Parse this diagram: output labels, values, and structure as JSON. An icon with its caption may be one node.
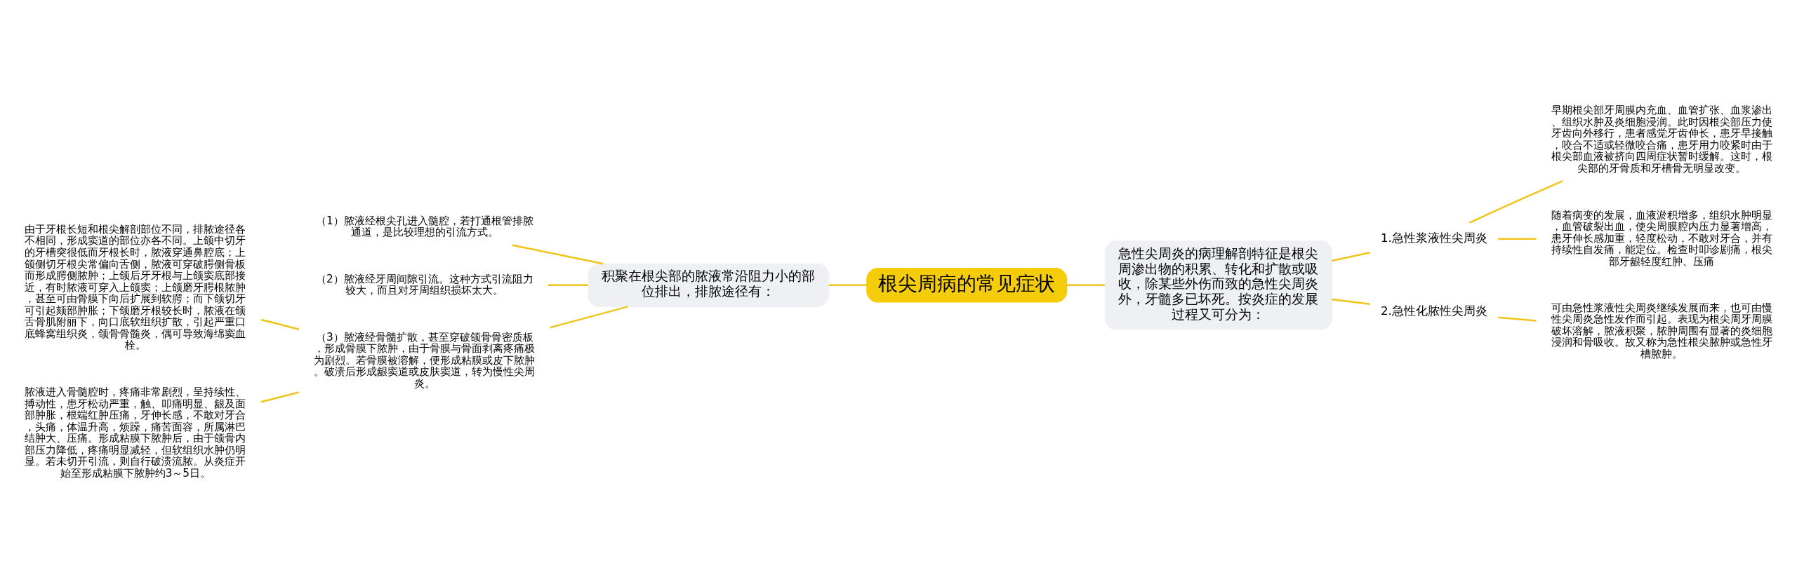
{
  "diagram": {
    "nodes": [
      {
        "text": [
          "根尖周病的常见症状"
        ]
      },
      {
        "text": [
          "积聚在根尖部的脓液常沿阻力小的部位排出，排脓途径有："
        ]
      },
      {
        "text": [
          "（1）脓液经根尖孔进入髓腔，若打通根管排脓通道，是比较理想的引流方式。"
        ]
      },
      {
        "text": [
          "（2）脓液经牙周间隙引流。这种方式引流阻力较大，而且对牙周组织损坏太大。"
        ]
      },
      {
        "text": [
          "（3）脓液经骨髓扩散，甚至穿破颌骨骨密质板，形成骨膜下脓肿，由于骨膜与骨面剥离疼痛极为剧烈。若骨膜被溶解，便形成粘膜或皮下脓肿。破溃后形成龈窦道或皮肤窦道，转为慢性尖周炎。"
        ]
      },
      {
        "text": [
          "由于牙根长短和根尖解剖部位不同，排脓途径各不相同，形成窦道的部位亦各不同。上颌中切牙的牙槽突很低而牙根长时，脓液穿通鼻腔底；上颌侧切牙根尖常偏向舌侧，脓液可穿破腭侧骨板而形成腭侧脓肿；上颌后牙牙根与上颌窦底部接近，有时脓液可穿入上颌窦；上颌磨牙腭根脓肿，甚至可由骨膜下向后扩展到软腭；而下颌切牙可引起颏部肿胀；下颌磨牙根较长时，脓液在颌舌骨肌附丽下，向口底软组织扩散，引起严重口底蜂窝组织炎，颌骨骨髓炎，偶可导致海绵窦血栓。"
        ]
      },
      {
        "text": [
          "脓液进入骨髓腔时，疼痛非常剧烈，呈持续性、搏动性，患牙松动严重，触、叩痛明显、龈及面部肿胀，根端红肿压痛，牙伸长感，不敢对牙合，头痛，体温升高，烦躁，痛苦面容，所属淋巴结肿大、压痛。形成粘膜下脓肿后，由于颌骨内部压力降低，疼痛明显减轻，但软组织水肿仍明显。若未切开引流，则自行破溃流脓。从炎症开始至形成粘膜下脓肿约3～5日。"
        ]
      },
      {
        "text": [
          "急性尖周炎的病理解剖特征是根尖周渗出物的积累、转化和扩散或吸收，除某些外伤而致的急性尖周炎外，牙髓多已坏死。按炎症的发展过程又可分为："
        ]
      },
      {
        "text": [
          "1.急性浆液性尖周炎"
        ]
      },
      {
        "text": [
          "早期根尖部牙周膜内充血、血管扩张、血浆渗出、组织水肿及炎细胞浸润。此时因根尖部压力使牙齿向外移行，患者感觉牙齿伸长，患牙早接触，咬合不适或轻微咬合痛，患牙用力咬紧时由于根尖部血液被挤向四周症状暂时缓解。这时，根尖部的牙骨质和牙槽骨无明显改变。"
        ]
      },
      {
        "text": [
          "随着病变的发展，血液淤积增多，组织水肿明显，血管破裂出血，使尖周膜腔内压力显著增高，患牙伸长感加重，轻度松动，不敢对牙合，并有持续性自发痛，能定位。检查时叩诊剧痛，根尖部牙龈轻度红肿、压痛"
        ]
      },
      {
        "text": [
          "2.急性化脓性尖周炎"
        ]
      },
      {
        "text": [
          "可由急性浆液性尖周炎继续发展而来，也可由慢性尖周炎急性发作而引起。表现为根尖周牙周膜破坏溶解，脓液积聚，脓肿周围有显著的炎细胞浸润和骨吸收。故又称为急性根尖脓肿或急性牙槽脓肿。"
        ]
      }
    ],
    "edges": [
      {
        "from": 0,
        "to": 1,
        "arrow": "none"
      },
      {
        "from": 1,
        "to": 2,
        "arrow": "none"
      },
      {
        "from": 1,
        "to": 3,
        "arrow": "none"
      },
      {
        "from": 1,
        "to": 4,
        "arrow": "none"
      },
      {
        "from": 4,
        "to": 5,
        "arrow": "none"
      },
      {
        "from": 4,
        "to": 6,
        "arrow": "none"
      },
      {
        "from": 0,
        "to": 7,
        "arrow": "none"
      },
      {
        "from": 7,
        "to": 8,
        "arrow": "none"
      },
      {
        "from": 8,
        "to": 9,
        "arrow": "none"
      },
      {
        "from": 8,
        "to": 10,
        "arrow": "none"
      },
      {
        "from": 7,
        "to": 11,
        "arrow": "none"
      },
      {
        "from": 11,
        "to": 12,
        "arrow": "none"
      }
    ]
  }
}
